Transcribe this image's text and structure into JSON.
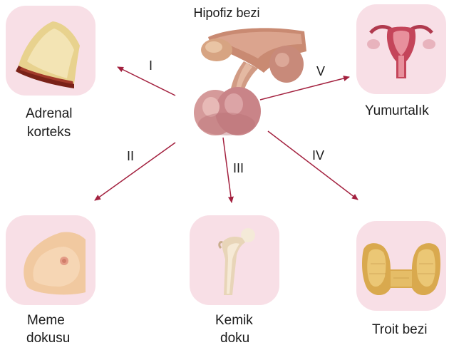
{
  "center": {
    "label": "Hipofiz bezi"
  },
  "targets": [
    {
      "id": "adrenal",
      "lines": [
        "Adrenal",
        "korteks"
      ]
    },
    {
      "id": "ovary",
      "lines": [
        "Yumurtalık"
      ]
    },
    {
      "id": "breast",
      "lines": [
        "Meme",
        "dokusu"
      ]
    },
    {
      "id": "bone",
      "lines": [
        "Kemik",
        "doku"
      ]
    },
    {
      "id": "thyroid",
      "lines": [
        "Troit bezi"
      ]
    }
  ],
  "arrow_labels": [
    "I",
    "II",
    "III",
    "IV",
    "V"
  ],
  "colors": {
    "arrow": "#a3213f",
    "tile": "#f8dfe6"
  }
}
